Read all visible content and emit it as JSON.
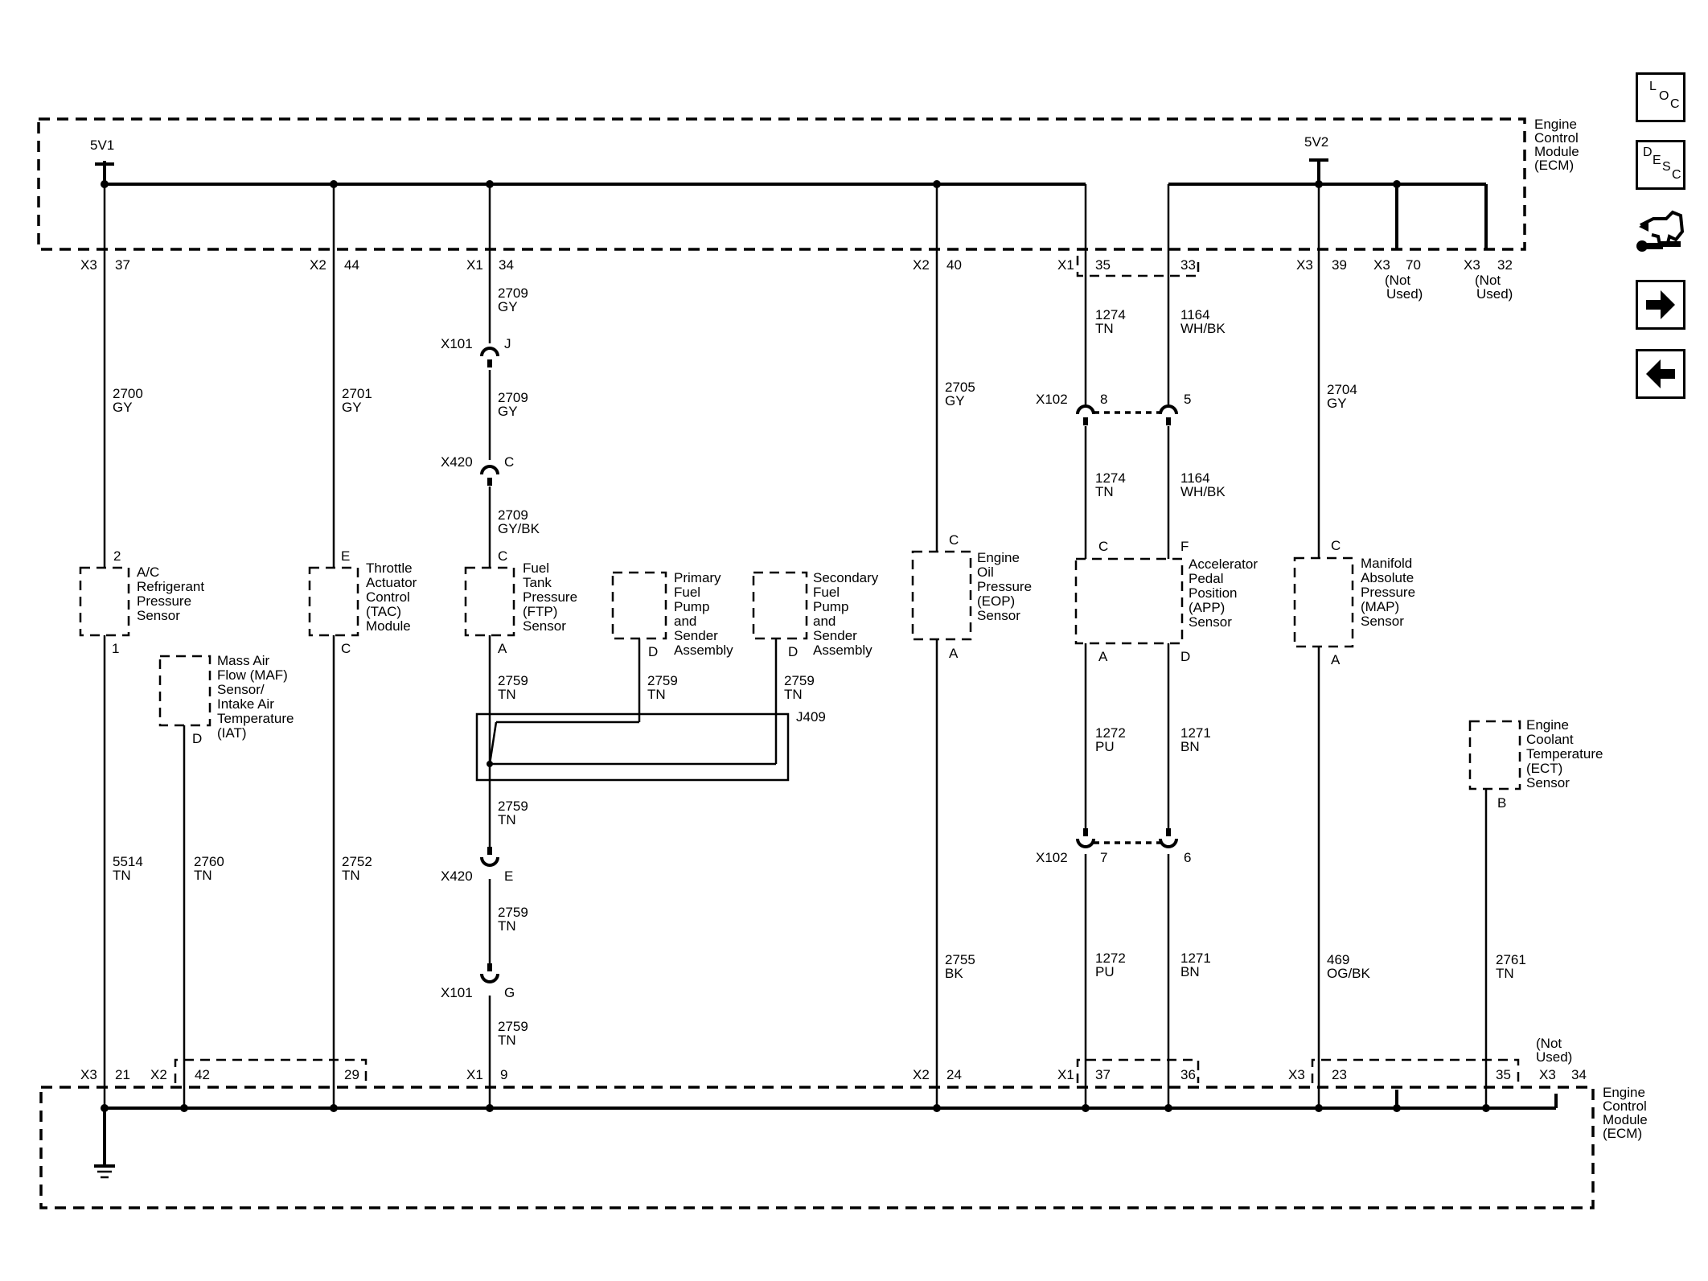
{
  "ecm_label_lines": [
    "Engine",
    "Control",
    "Module",
    "(ECM)"
  ],
  "power": {
    "v1": "5V1",
    "v2": "5V2"
  },
  "top_pins": [
    {
      "conn": "X3",
      "pin": "37"
    },
    {
      "conn": "X2",
      "pin": "44"
    },
    {
      "conn": "X1",
      "pin": "34"
    },
    {
      "conn": "X2",
      "pin": "40"
    },
    {
      "conn": "X1",
      "pin": "35"
    },
    {
      "conn": "",
      "pin": "33"
    },
    {
      "conn": "X3",
      "pin": "39"
    },
    {
      "conn": "X3",
      "pin": "70"
    },
    {
      "conn": "X3",
      "pin": "32"
    }
  ],
  "bottom_pins": [
    {
      "conn": "X3",
      "pin": "21"
    },
    {
      "conn": "X2",
      "pin": "42"
    },
    {
      "conn": "",
      "pin": "29"
    },
    {
      "conn": "X1",
      "pin": "9"
    },
    {
      "conn": "X2",
      "pin": "24"
    },
    {
      "conn": "X1",
      "pin": "37"
    },
    {
      "conn": "",
      "pin": "36"
    },
    {
      "conn": "X3",
      "pin": "23"
    },
    {
      "conn": "",
      "pin": "35"
    },
    {
      "conn": "X3",
      "pin": "34"
    }
  ],
  "not_used_lines": [
    "(Not",
    "Used)"
  ],
  "wires": [
    {
      "circuit": "2700",
      "color": "GY"
    },
    {
      "circuit": "2701",
      "color": "GY"
    },
    {
      "circuit": "2709",
      "color": "GY"
    },
    {
      "circuit": "2709",
      "color": "GY"
    },
    {
      "circuit": "2709",
      "color": "GY/BK"
    },
    {
      "circuit": "2705",
      "color": "GY"
    },
    {
      "circuit": "1274",
      "color": "TN"
    },
    {
      "circuit": "1164",
      "color": "WH/BK"
    },
    {
      "circuit": "1274",
      "color": "TN"
    },
    {
      "circuit": "1164",
      "color": "WH/BK"
    },
    {
      "circuit": "2704",
      "color": "GY"
    },
    {
      "circuit": "2759",
      "color": "TN"
    },
    {
      "circuit": "2759",
      "color": "TN"
    },
    {
      "circuit": "2759",
      "color": "TN"
    },
    {
      "circuit": "2759",
      "color": "TN"
    },
    {
      "circuit": "2759",
      "color": "TN"
    },
    {
      "circuit": "2759",
      "color": "TN"
    },
    {
      "circuit": "1272",
      "color": "PU"
    },
    {
      "circuit": "1271",
      "color": "BN"
    },
    {
      "circuit": "5514",
      "color": "TN"
    },
    {
      "circuit": "2760",
      "color": "TN"
    },
    {
      "circuit": "2752",
      "color": "TN"
    },
    {
      "circuit": "2755",
      "color": "BK"
    },
    {
      "circuit": "1272",
      "color": "PU"
    },
    {
      "circuit": "1271",
      "color": "BN"
    },
    {
      "circuit": "469",
      "color": "OG/BK"
    },
    {
      "circuit": "2761",
      "color": "TN"
    }
  ],
  "inline_connectors": [
    {
      "id": "X101",
      "pin": "J"
    },
    {
      "id": "X420",
      "pin": "C"
    },
    {
      "id": "X102",
      "pin": "8"
    },
    {
      "id": "",
      "pin": "5"
    },
    {
      "id": "X420",
      "pin": "E"
    },
    {
      "id": "X101",
      "pin": "G"
    },
    {
      "id": "X102",
      "pin": "7"
    },
    {
      "id": "",
      "pin": "6"
    }
  ],
  "splice": "J409",
  "components": [
    {
      "name": [
        "A/C",
        "Refrigerant",
        "Pressure",
        "Sensor"
      ],
      "pin_top": "2",
      "pin_bottom": "1"
    },
    {
      "name": [
        "Throttle",
        "Actuator",
        "Control",
        "(TAC)",
        "Module"
      ],
      "pin_top": "E",
      "pin_bottom": "C"
    },
    {
      "name": [
        "Fuel",
        "Tank",
        "Pressure",
        "(FTP)",
        "Sensor"
      ],
      "pin_top": "C",
      "pin_bottom": "A"
    },
    {
      "name": [
        "Primary",
        "Fuel",
        "Pump",
        "and",
        "Sender",
        "Assembly"
      ],
      "pin_top": "",
      "pin_bottom": "D"
    },
    {
      "name": [
        "Secondary",
        "Fuel",
        "Pump",
        "and",
        "Sender",
        "Assembly"
      ],
      "pin_top": "",
      "pin_bottom": "D"
    },
    {
      "name": [
        "Engine",
        "Oil",
        "Pressure",
        "(EOP)",
        "Sensor"
      ],
      "pin_top": "C",
      "pin_bottom": "A"
    },
    {
      "name": [
        "Accelerator",
        "Pedal",
        "Position",
        "(APP)",
        "Sensor"
      ],
      "pin_top": "C",
      "pin_top2": "F",
      "pin_bottom": "A",
      "pin_bottom2": "D"
    },
    {
      "name": [
        "Manifold",
        "Absolute",
        "Pressure",
        "(MAP)",
        "Sensor"
      ],
      "pin_top": "C",
      "pin_bottom": "A"
    },
    {
      "name": [
        "Mass Air",
        "Flow (MAF)",
        "Sensor/",
        "Intake Air",
        "Temperature",
        "(IAT)"
      ],
      "pin_top": "",
      "pin_bottom": "D"
    },
    {
      "name": [
        "Engine",
        "Coolant",
        "Temperature",
        "(ECT)",
        "Sensor"
      ],
      "pin_top": "",
      "pin_bottom": "B"
    }
  ],
  "nav": {
    "loc": [
      "L",
      "O",
      "C"
    ],
    "desc": [
      "D",
      "E",
      "S",
      "C"
    ],
    "icons": [
      "connector-tool-icon",
      "arrow-right-icon",
      "arrow-left-icon"
    ]
  }
}
